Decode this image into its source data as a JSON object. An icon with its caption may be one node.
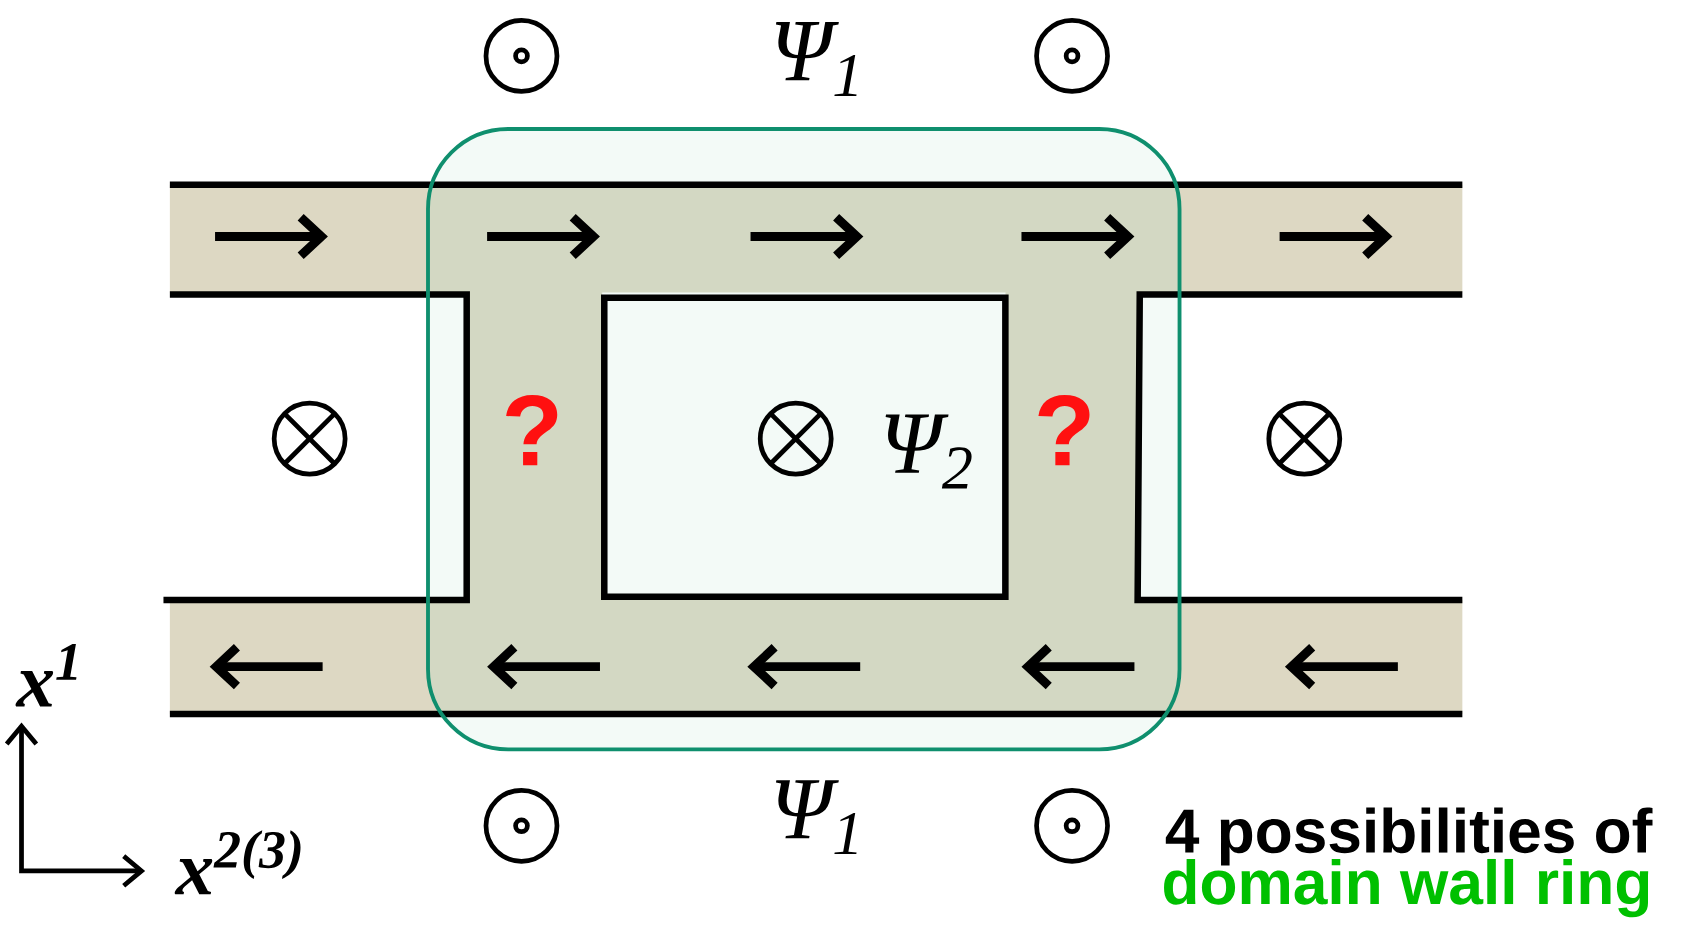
{
  "diagram": {
    "labels": [
      "Ψ$_{1}$",
      "?",
      "Ψ$_{2}$",
      "?",
      "Ψ$_{1}$",
      "x$^{1}$",
      "x$^{2(3)}$",
      "4 possibilities of",
      "domain wall ring"
    ]
  }
}
